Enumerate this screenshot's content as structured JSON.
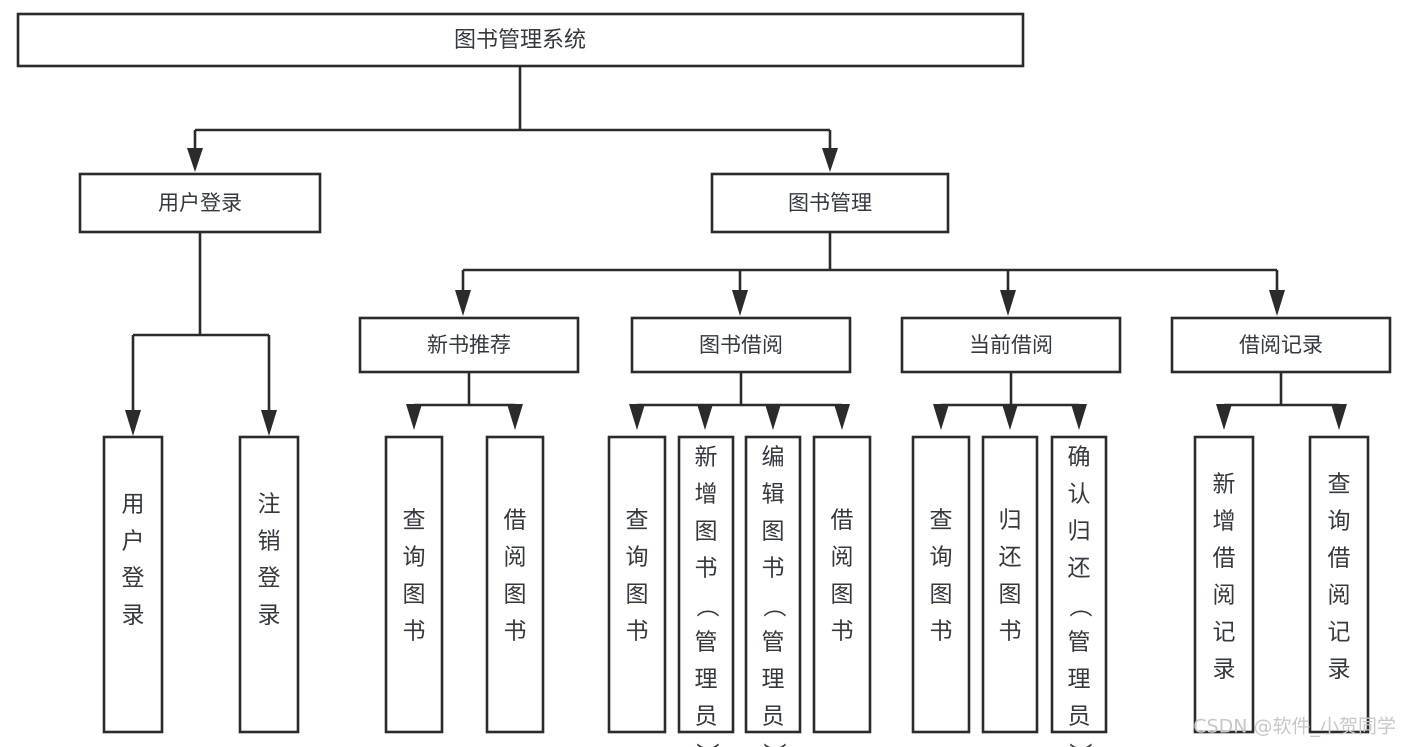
{
  "diagram": {
    "type": "tree",
    "title": "图书管理系统",
    "orientation": "top-down",
    "colors": {
      "stroke": "#2b2b2b",
      "node_fill": "#ffffff",
      "text": "#34393f",
      "background": "#ffffff",
      "watermark": "#c8c8c8"
    },
    "root": {
      "label": "图书管理系统",
      "level": 0
    },
    "level1": [
      {
        "label": "用户登录",
        "level": 1
      },
      {
        "label": "图书管理",
        "level": 1
      }
    ],
    "level2": [
      {
        "label": "新书推荐",
        "level": 2,
        "parent": "图书管理"
      },
      {
        "label": "图书借阅",
        "level": 2,
        "parent": "图书管理"
      },
      {
        "label": "当前借阅",
        "level": 2,
        "parent": "图书管理"
      },
      {
        "label": "借阅记录",
        "level": 2,
        "parent": "图书管理"
      }
    ],
    "leaves": [
      {
        "label": "用户登录",
        "parent": "用户登录",
        "group": "user-login"
      },
      {
        "label": "注销登录",
        "parent": "用户登录",
        "group": "user-login"
      },
      {
        "label": "查询图书",
        "parent": "新书推荐",
        "group": "new-book-recommend"
      },
      {
        "label": "借阅图书",
        "parent": "新书推荐",
        "group": "new-book-recommend"
      },
      {
        "label": "查询图书",
        "parent": "图书借阅",
        "group": "book-borrow"
      },
      {
        "label": "新增图书（管理员）",
        "parent": "图书借阅",
        "group": "book-borrow"
      },
      {
        "label": "编辑图书（管理员）",
        "parent": "图书借阅",
        "group": "book-borrow"
      },
      {
        "label": "借阅图书",
        "parent": "图书借阅",
        "group": "book-borrow"
      },
      {
        "label": "查询图书",
        "parent": "当前借阅",
        "group": "current-borrow"
      },
      {
        "label": "归还图书",
        "parent": "当前借阅",
        "group": "current-borrow"
      },
      {
        "label": "确认归还（管理员）",
        "parent": "当前借阅",
        "group": "current-borrow"
      },
      {
        "label": "新增借阅记录",
        "parent": "借阅记录",
        "group": "borrow-record"
      },
      {
        "label": "查询借阅记录",
        "parent": "借阅记录",
        "group": "borrow-record"
      }
    ],
    "watermark": "CSDN @软件_小贺同学"
  }
}
